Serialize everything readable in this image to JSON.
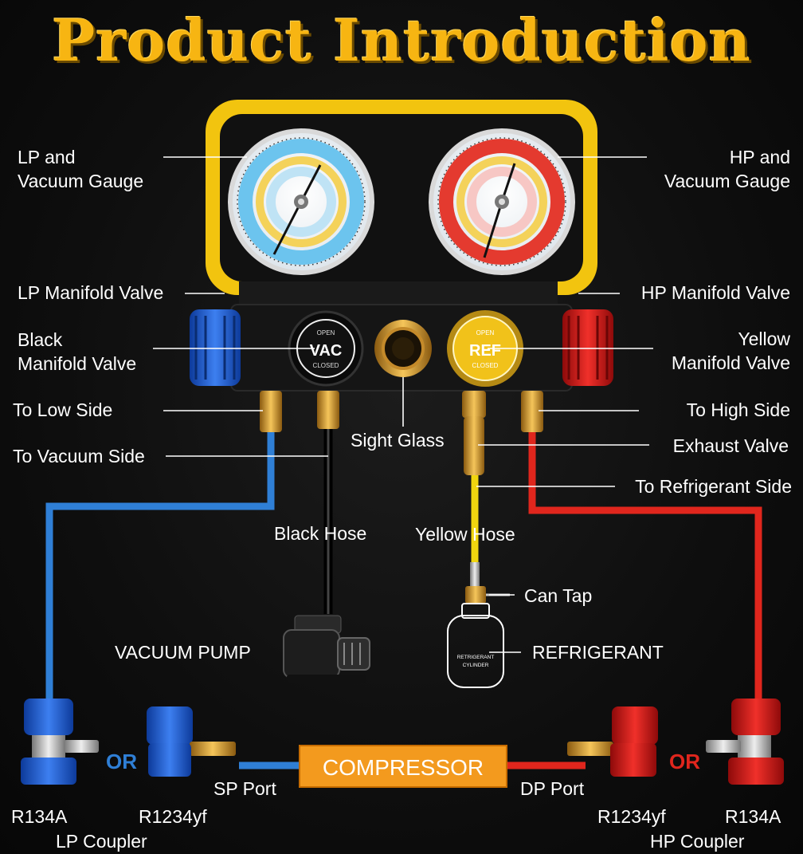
{
  "title": "Product Introduction",
  "labels": {
    "lp_gauge": [
      "LP and",
      "Vacuum Gauge"
    ],
    "hp_gauge": [
      "HP and",
      "Vacuum Gauge"
    ],
    "lp_valve": "LP Manifold Valve",
    "hp_valve": "HP Manifold Valve",
    "black_valve": [
      "Black",
      "Manifold Valve"
    ],
    "yellow_valve": [
      "Yellow",
      "Manifold Valve"
    ],
    "to_low_side": "To Low Side",
    "to_high_side": "To High Side",
    "to_vacuum_side": "To Vacuum Side",
    "sight_glass": "Sight Glass",
    "exhaust_valve": "Exhaust Valve",
    "to_refrigerant_side": "To Refrigerant Side",
    "black_hose": "Black Hose",
    "yellow_hose": "Yellow Hose",
    "can_tap": "Can Tap",
    "vacuum_pump": "VACUUM PUMP",
    "refrigerant": "REFRIGERANT",
    "compressor": "COMPRESSOR",
    "sp_port": "SP Port",
    "dp_port": "DP Port",
    "or_left": "OR",
    "or_right": "OR",
    "r134a_left": "R134A",
    "r1234yf_left": "R1234yf",
    "r1234yf_right": "R1234yf",
    "r134a_right": "R134A",
    "lp_coupler": "LP Coupler",
    "hp_coupler": "HP Coupler"
  },
  "knobs": {
    "vac_top": "OPEN",
    "vac_center": "VAC",
    "vac_bottom": "CLOSED",
    "ref_top": "OPEN",
    "ref_center": "REF",
    "ref_bottom": "CLOSED"
  },
  "cylinder_text": [
    "RETRIGERANT",
    "CYLINDER"
  ],
  "colors": {
    "title": "#f7b512",
    "frame_yellow": "#f2c40f",
    "low_blue": "#2f7fd6",
    "high_red": "#e0261d",
    "hose_yellow": "#f0d50f",
    "compressor_orange": "#f39a1e"
  }
}
